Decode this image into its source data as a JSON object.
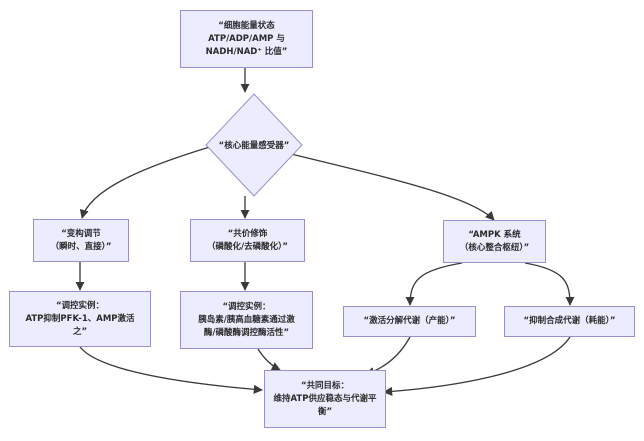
{
  "nodes": {
    "state": {
      "text": "“细胞能量状态\nATP/ADP/AMP 与\nNADH/NAD⁺ 比值”"
    },
    "sensor": {
      "text": "“核心能量感受器”"
    },
    "allosteric": {
      "text": "“变构调节\n（瞬时、直接）”"
    },
    "covalent": {
      "text": "“共价修饰\n（磷酸化/去磷酸化）”"
    },
    "ampk": {
      "text": "“AMPK 系统\n（核心整合枢纽）”"
    },
    "ex1": {
      "text": "“调控实例：\nATP抑制PFK-1、AMP激活\n之”"
    },
    "ex2": {
      "text": "“调控实例：\n胰岛素/胰高血糖素通过激\n酶/磷酸酶调控酶活性”"
    },
    "catabolism": {
      "text": "“激活分解代谢（产能）”"
    },
    "anabolism": {
      "text": "“抑制合成代谢（耗能）”"
    },
    "goal": {
      "text": "“共同目标：\n维持ATP供应稳态与代谢平\n衡”"
    }
  },
  "colors": {
    "node_fill": "#ececff",
    "node_border": "#9a8fcf",
    "edge": "#3a3a3a"
  }
}
